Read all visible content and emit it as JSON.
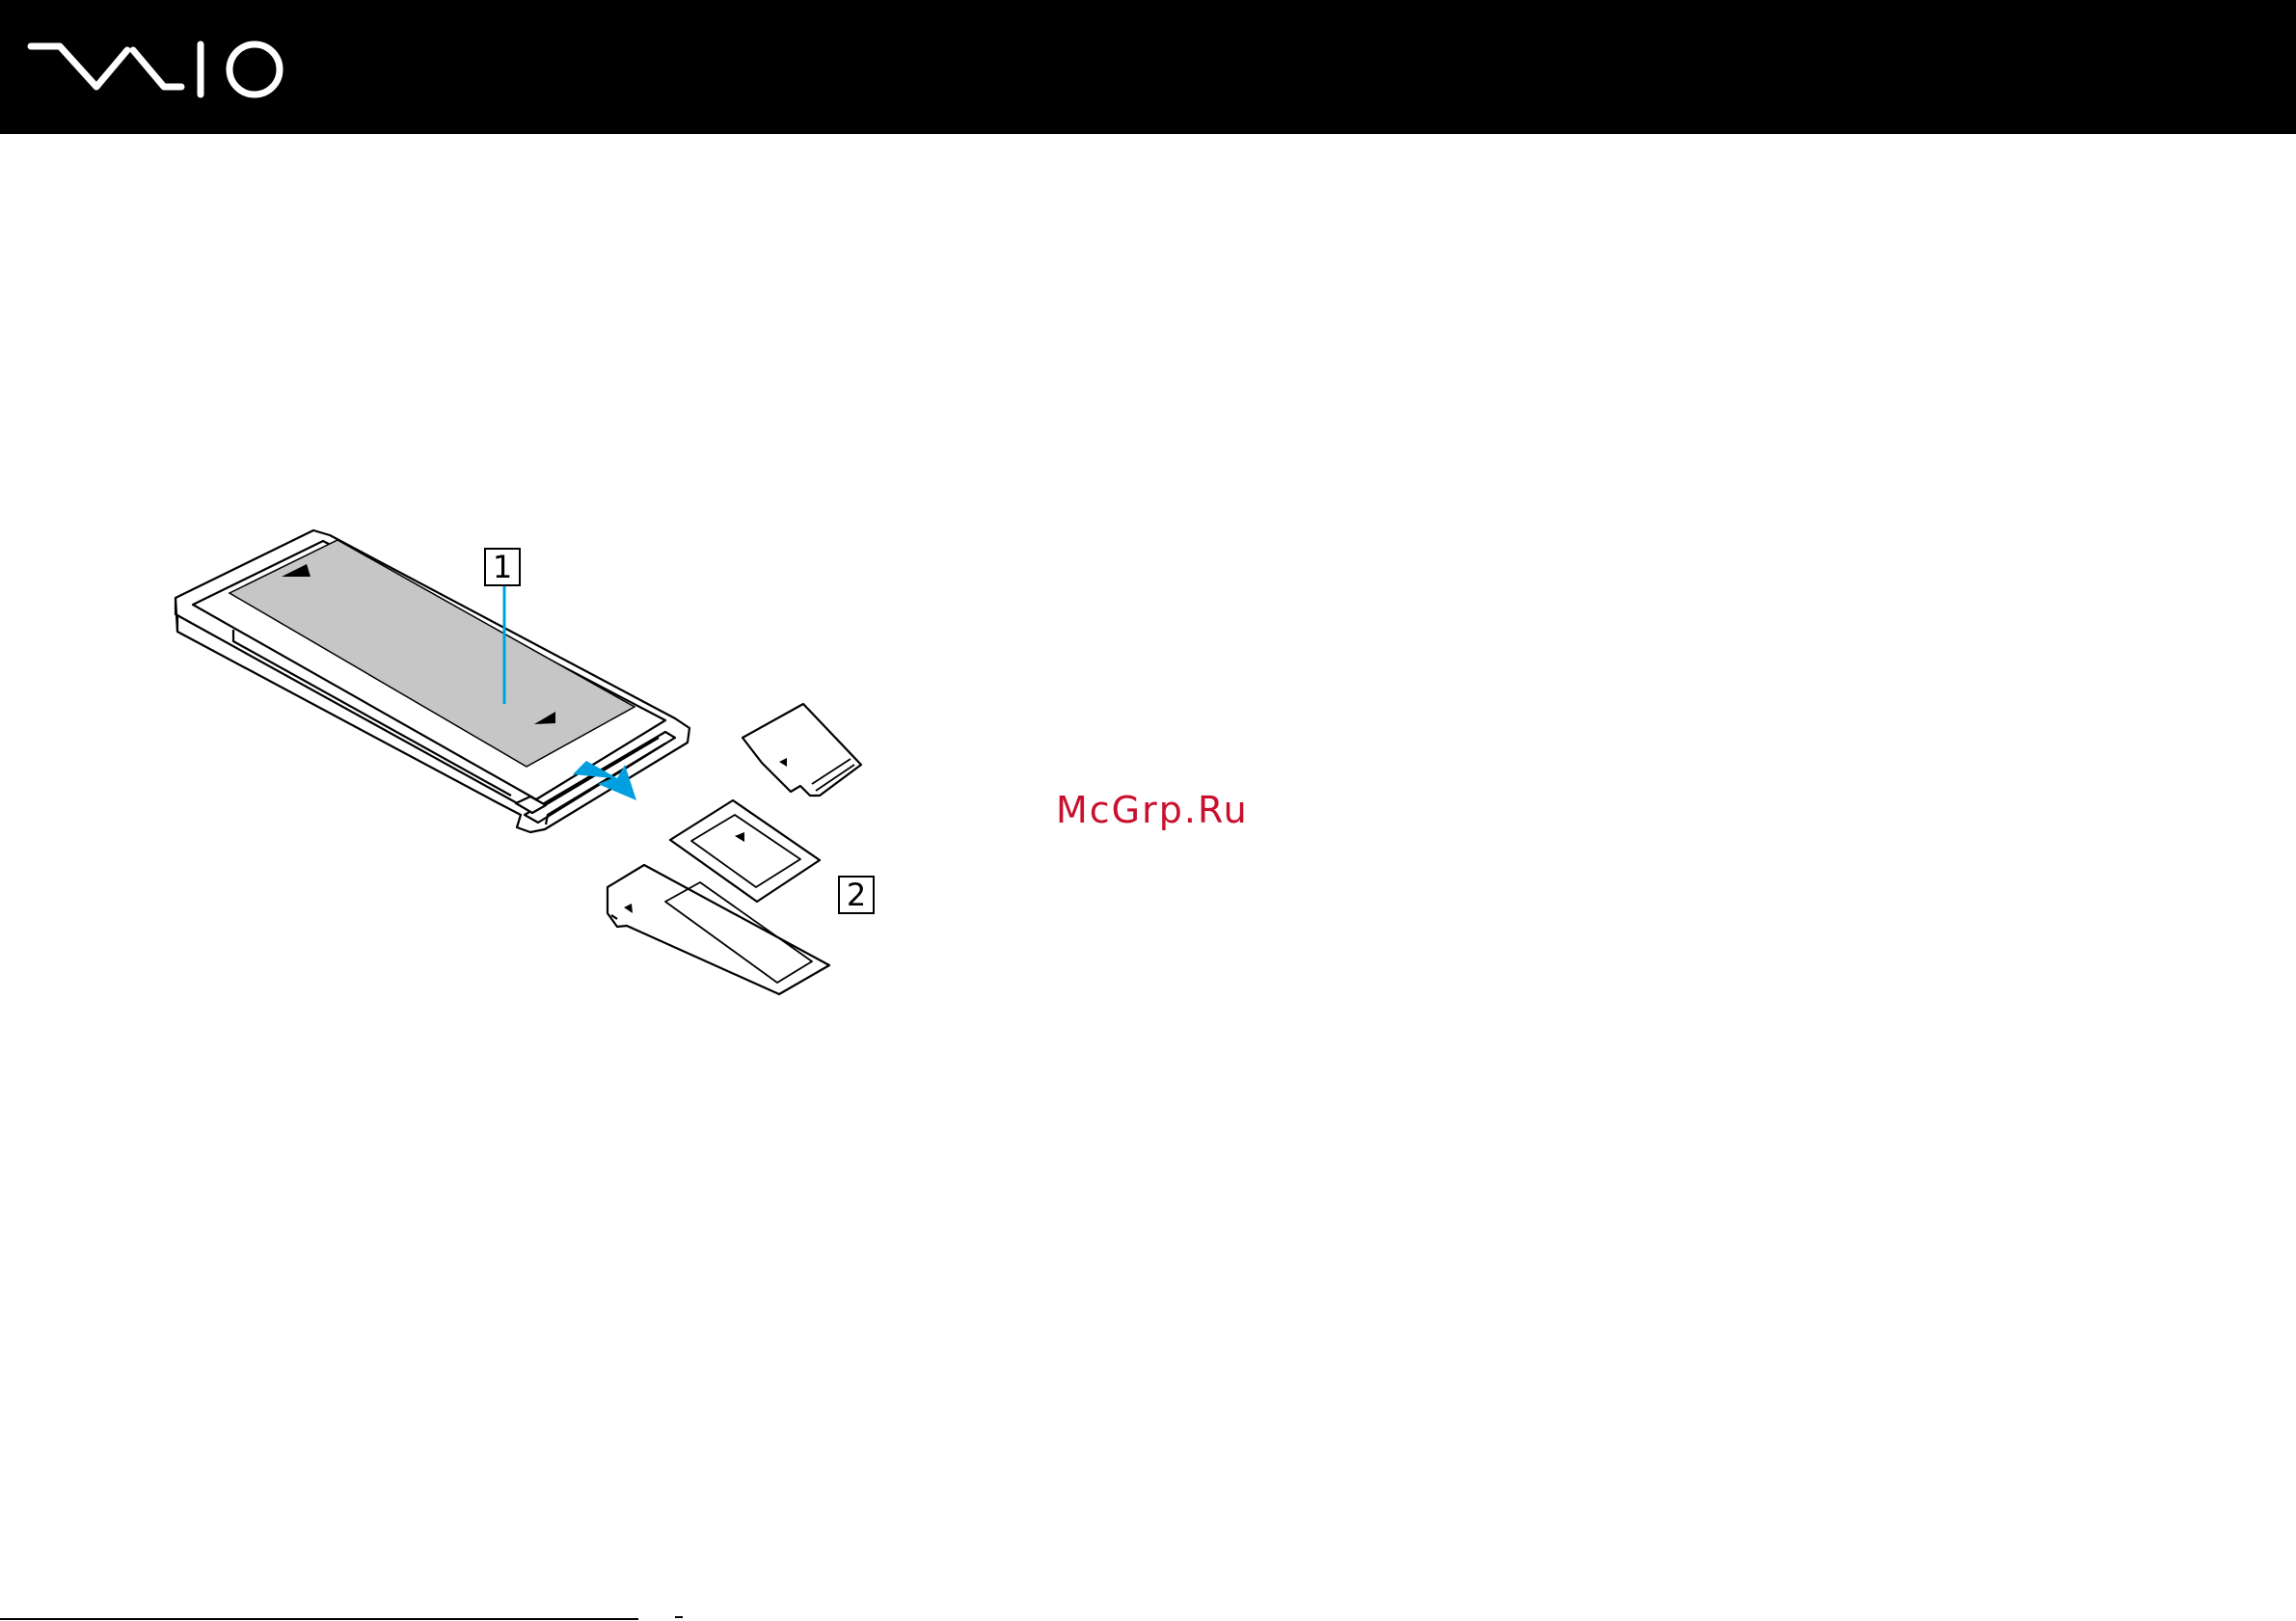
{
  "header": {
    "logo": {
      "icon": "vaio-logo",
      "color": "#ffffff"
    },
    "background": "#000000"
  },
  "figure": {
    "callouts": [
      {
        "label": "1"
      },
      {
        "label": "2"
      }
    ],
    "arrow_color": "#00a0e0",
    "panel_fill": "#c6c6c6"
  },
  "watermark": {
    "text": "McGrp.Ru",
    "color": "#c8102e"
  }
}
